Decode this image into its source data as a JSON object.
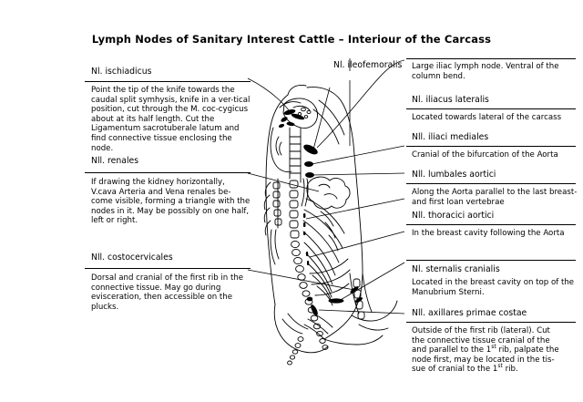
{
  "document": {
    "title": "Lymph Nodes of Sanitary Interest Cattle – Interiour of the Carcass",
    "background_color": "#ffffff",
    "ink_color": "#000000"
  },
  "center_label": {
    "name": "Nl. ileofemoralis"
  },
  "left_column": [
    {
      "id": "ischiadicus",
      "heading": "Nl. ischiadicus",
      "description": "Point the tip of the knife towards the caudal split symhysis, knife in a ver-tical position, cut through the M. coc-cygicus about at its half length. Cut the Ligamentum sacrotuberale latum and find connective tissue enclosing the node."
    },
    {
      "id": "renales",
      "heading": "Nll. renales",
      "description": "If drawing the kidney horizontally, V.cava Arteria and Vena renales be-come visible, forming a triangle with the nodes in it. May be possibly on one half, left or right."
    },
    {
      "id": "costocervicales",
      "heading": "Nll. costocervicales",
      "description": "Dorsal and cranial of the first rib in the connective tissue. May go during evisceration, then accessible on the plucks."
    }
  ],
  "right_column": [
    {
      "id": "iliac-large",
      "heading": "",
      "description": "Large iliac lymph node. Ventral of the column bend."
    },
    {
      "id": "iliacus-lateralis",
      "heading": "Nl. iliacus lateralis",
      "description": "Located towards lateral of the carcass"
    },
    {
      "id": "iliaci-mediales",
      "heading": "Nll. iliaci mediales",
      "description": "Cranial of the bifurcation of the Aorta"
    },
    {
      "id": "lumbales-aortici",
      "heading": "Nll. lumbales aortici",
      "description": "Along the Aorta parallel to the last breast- and first loan vertebrae"
    },
    {
      "id": "thoracici-aortici",
      "heading": "Nll. thoracici aortici",
      "description": "In the breast cavity following the Aorta"
    },
    {
      "id": "sternalis-cranialis",
      "heading": "Nl. sternalis cranialis",
      "description": "Located in the breast cavity on top of the Manubrium Sterni."
    },
    {
      "id": "axillares-primae-costae",
      "heading": "Nll. axillares primae costae",
      "description_line1": "Outside of the first rib (lateral). Cut",
      "description_line2": "the connective tissue cranial of the",
      "description_line3_pre": "and parallel to the 1",
      "description_line3_sup": "st",
      "description_line3_post": " rib, palpate the",
      "description_line4": "node first, may be located in the tis-",
      "description_line5_pre": "sue of cranial to the 1",
      "description_line5_sup": "st",
      "description_line5_post": " rib."
    }
  ],
  "illustration": {
    "name": "bovine-carcass-interior-line-drawing",
    "description": "Hand-drawn line illustration of the interior of a beef carcass half showing vertebral column, ribs, pelvis and lymph node locations marked as solid black ovals"
  }
}
